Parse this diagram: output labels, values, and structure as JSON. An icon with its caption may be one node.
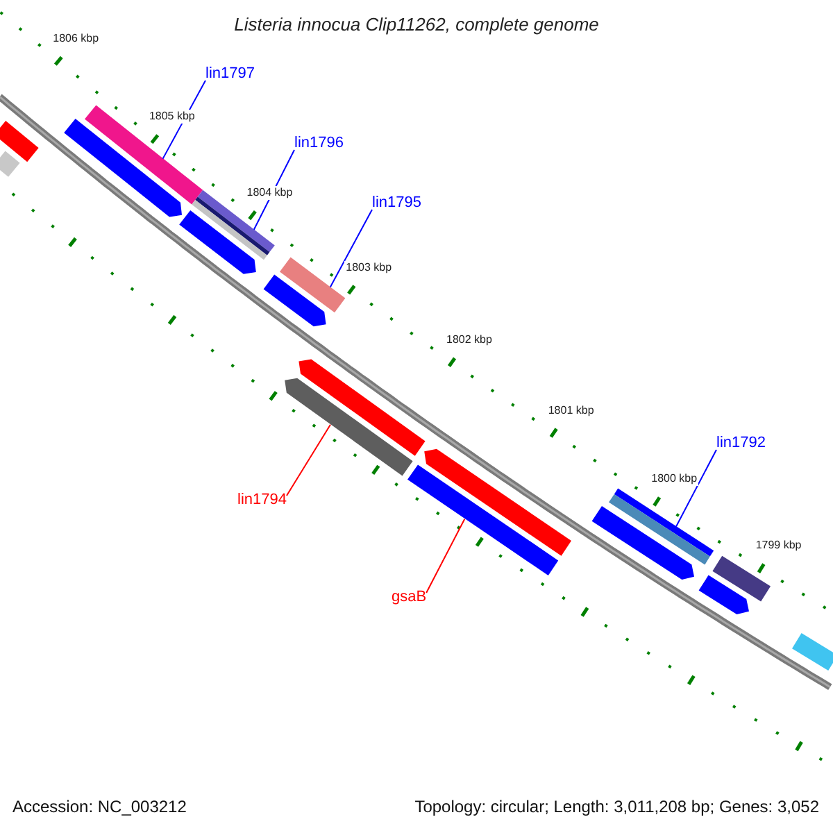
{
  "diagram": {
    "title": "Listeria innocua Clip11262, complete genome",
    "nodes": [
      {
        "text": [
          "lin1797"
        ]
      },
      {
        "text": [],
        "shape": "bar"
      },
      {
        "text": [
          "lin1796"
        ]
      },
      {
        "text": [],
        "shape": "bar"
      },
      {
        "text": [
          "lin1795"
        ]
      },
      {
        "text": [],
        "shape": "bar"
      },
      {
        "text": [
          "lin1792"
        ]
      },
      {
        "text": [],
        "shape": "bar"
      },
      {
        "text": [
          "lin1794"
        ]
      },
      {
        "text": [],
        "shape": "bar"
      },
      {
        "text": [
          "gsaB"
        ]
      },
      {
        "text": [],
        "shape": "bar"
      },
      {
        "text": [],
        "shape": "bar"
      },
      {
        "text": [],
        "shape": "bar"
      },
      {
        "text": [],
        "shape": "bar"
      },
      {
        "text": [],
        "shape": "bar"
      },
      {
        "text": [],
        "shape": "bar"
      },
      {
        "text": [],
        "shape": "bar"
      },
      {
        "text": [],
        "shape": "bar"
      },
      {
        "text": [],
        "shape": "bar"
      },
      {
        "text": [],
        "shape": "bar"
      },
      {
        "text": [],
        "shape": "bar"
      },
      {
        "text": [],
        "shape": "bar"
      }
    ],
    "edges": [
      {
        "from": 0,
        "to": 1,
        "arrow": "none"
      },
      {
        "from": 2,
        "to": 3,
        "arrow": "none"
      },
      {
        "from": 4,
        "to": 5,
        "arrow": "none"
      },
      {
        "from": 6,
        "to": 7,
        "arrow": "none"
      },
      {
        "from": 8,
        "to": 9,
        "arrow": "none",
        "color": "#ff0000"
      },
      {
        "from": 10,
        "to": 11,
        "arrow": "none",
        "color": "#ff0000"
      }
    ],
    "labels": [
      "1806 kbp",
      "1805 kbp",
      "1804 kbp",
      "1803 kbp",
      "1802 kbp",
      "1801 kbp",
      "1800 kbp",
      "1799 kbp",
      "Accession: NC_003212",
      "Topology: circular; Length: 3,011,208 bp; Genes: 3,052"
    ]
  }
}
